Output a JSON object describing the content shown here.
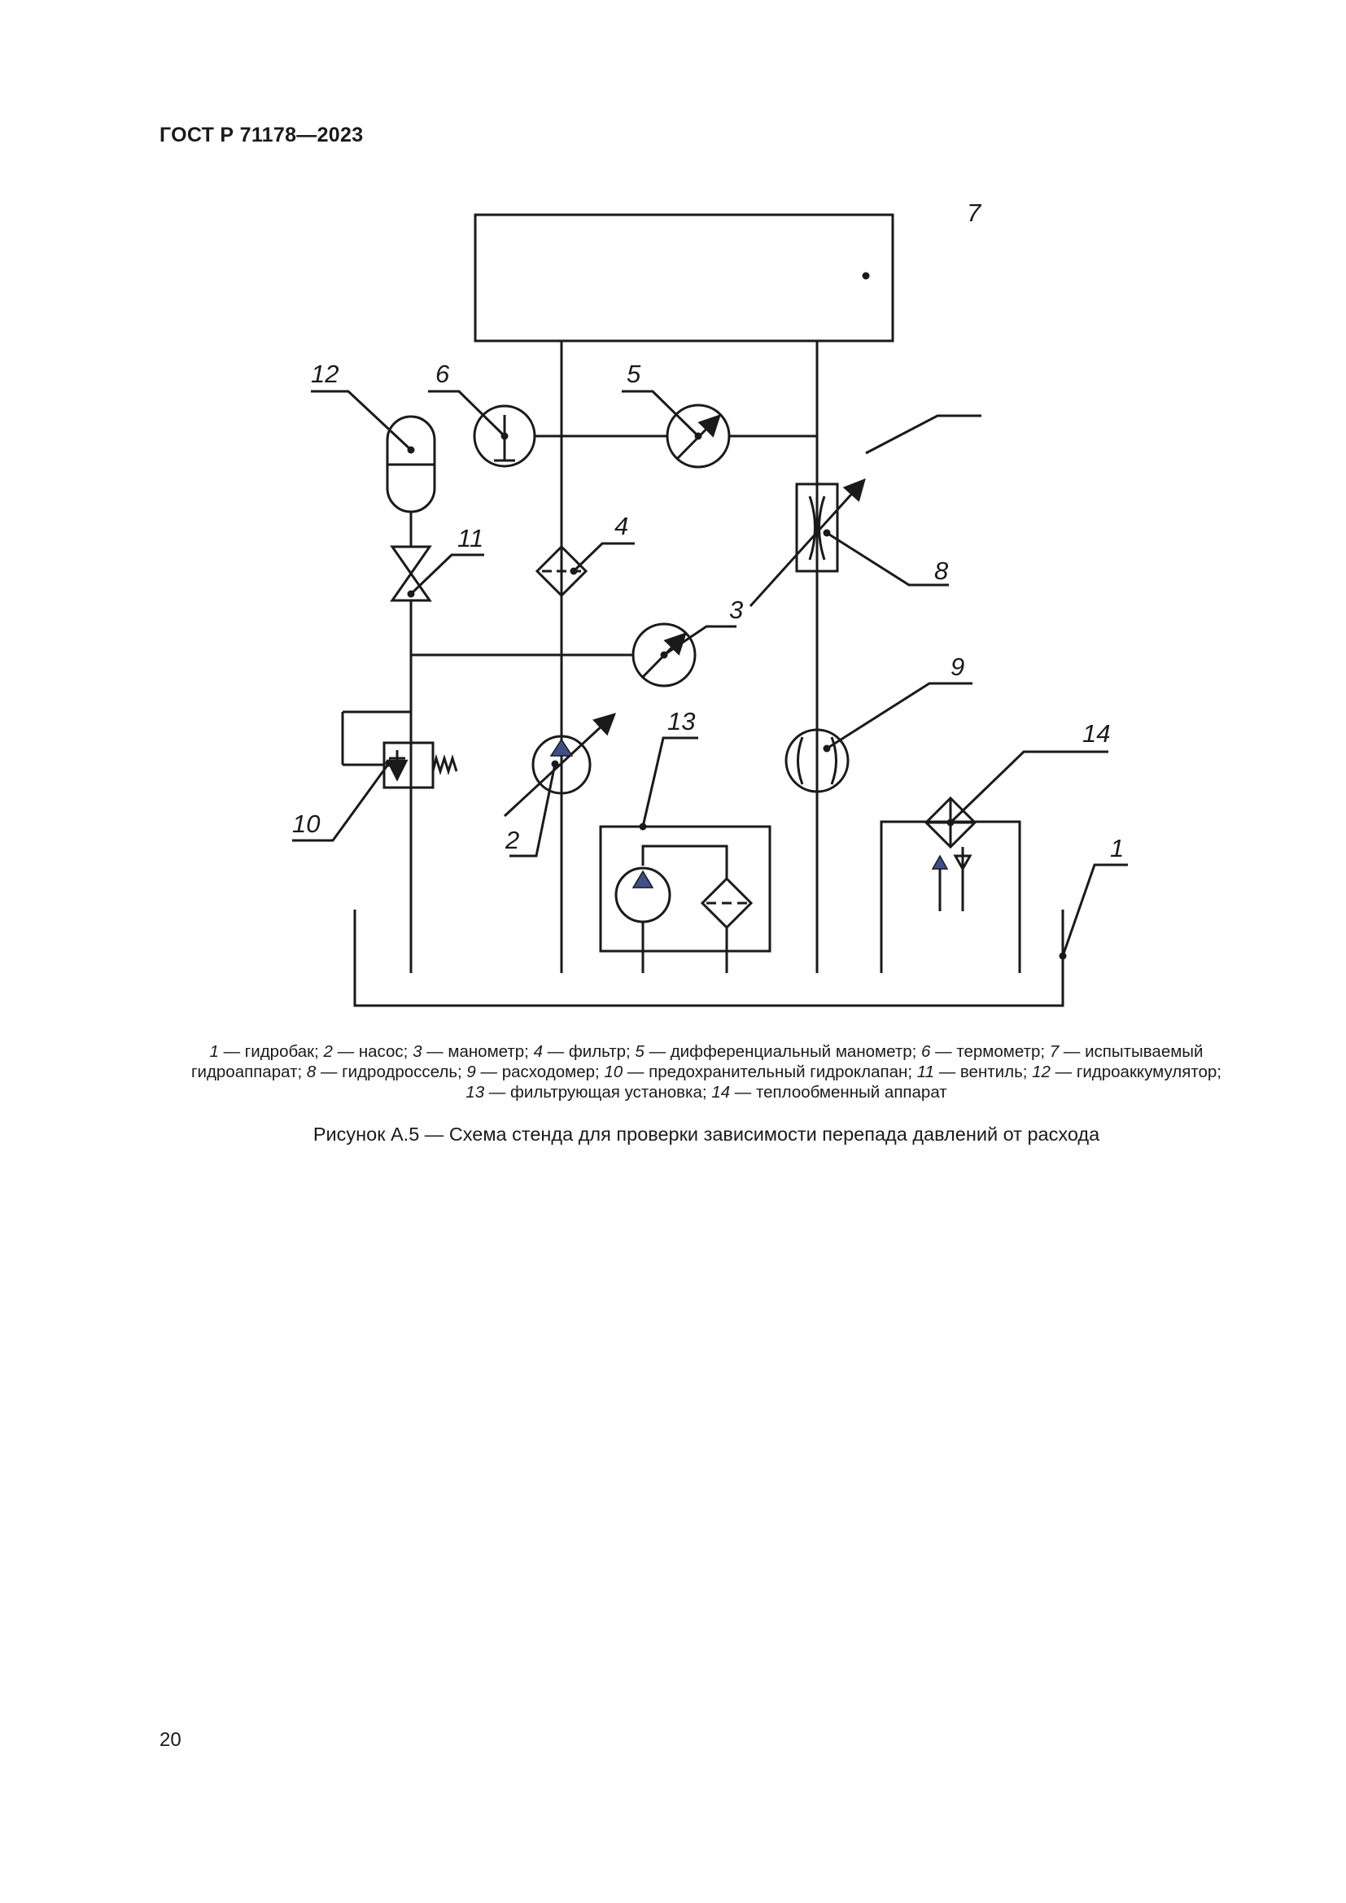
{
  "header": {
    "standard": "ГОСТ Р 71178—2023"
  },
  "diagram": {
    "labels": [
      "1",
      "2",
      "3",
      "4",
      "5",
      "6",
      "7",
      "8",
      "9",
      "10",
      "11",
      "12",
      "13",
      "14"
    ]
  },
  "legend": {
    "line1": [
      {
        "n": "1",
        "t": " — гидробак; "
      },
      {
        "n": "2",
        "t": " — насос; "
      },
      {
        "n": "3",
        "t": " — манометр; "
      },
      {
        "n": "4",
        "t": " — фильтр; "
      },
      {
        "n": "5",
        "t": " — дифференциальный манометр; "
      },
      {
        "n": "6",
        "t": " — термометр; "
      },
      {
        "n": "7",
        "t": " — испытываемый"
      }
    ],
    "line2": [
      {
        "n": "",
        "t": "гидроаппарат; "
      },
      {
        "n": "8",
        "t": " — гидродроссель; "
      },
      {
        "n": "9",
        "t": " — расходомер; "
      },
      {
        "n": "10",
        "t": " — предохранительный гидроклапан; "
      },
      {
        "n": "11",
        "t": " — вентиль; "
      },
      {
        "n": "12",
        "t": " — гидроаккумулятор;"
      }
    ],
    "line3": [
      {
        "n": "13",
        "t": " — фильтрующая установка; "
      },
      {
        "n": "14",
        "t": " — теплообменный аппарат"
      }
    ]
  },
  "caption": "Рисунок А.5 — Схема стенда для проверки зависимости перепада давлений от расхода",
  "page_number": "20",
  "colors": {
    "line": "#1a1a1a",
    "arrow_fill": "#3f4f8a"
  }
}
